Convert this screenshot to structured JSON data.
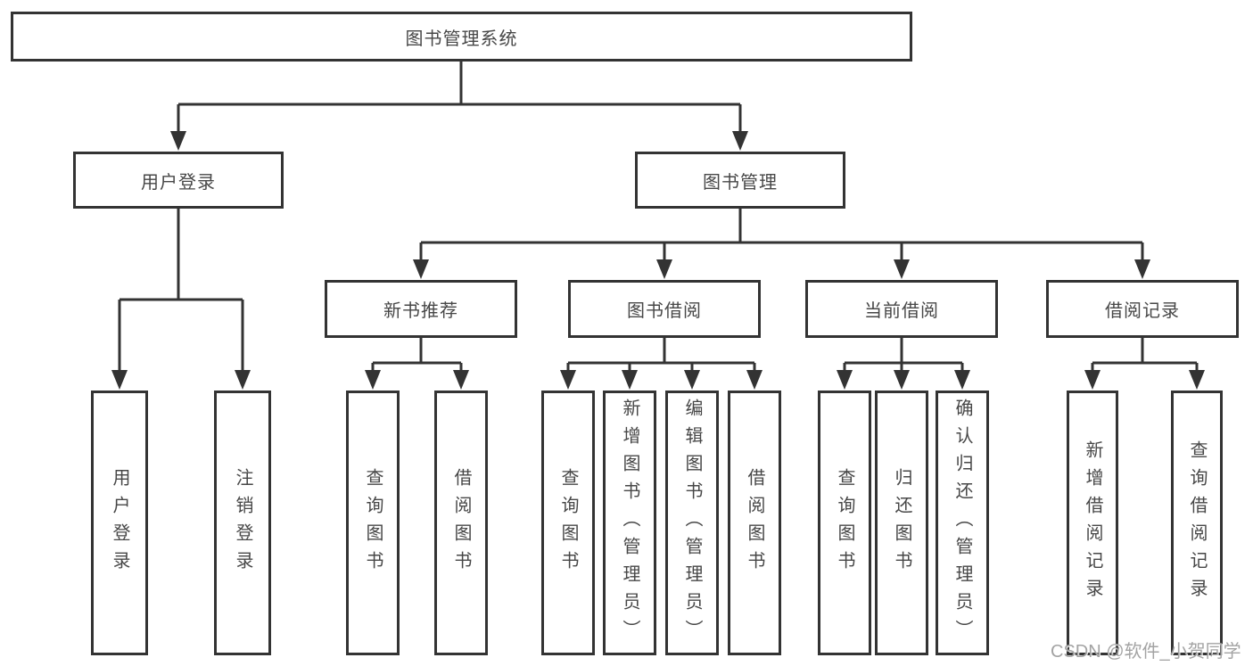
{
  "diagram": {
    "type": "tree",
    "title": "图书管理系统",
    "colors": {
      "line": "#333333",
      "box_border": "#333333",
      "box_background": "#ffffff",
      "text": "#474747",
      "watermark": "#9e9e9e"
    },
    "tree": {
      "label": "图书管理系统",
      "children": [
        {
          "label": "用户登录",
          "children": [
            {
              "label": "用户登录"
            },
            {
              "label": "注销登录"
            }
          ]
        },
        {
          "label": "图书管理",
          "children": [
            {
              "label": "新书推荐",
              "children": [
                {
                  "label": "查询图书"
                },
                {
                  "label": "借阅图书"
                }
              ]
            },
            {
              "label": "图书借阅",
              "children": [
                {
                  "label": "查询图书"
                },
                {
                  "label": "新增图书（管理员）"
                },
                {
                  "label": "编辑图书（管理员）"
                },
                {
                  "label": "借阅图书"
                }
              ]
            },
            {
              "label": "当前借阅",
              "children": [
                {
                  "label": "查询图书"
                },
                {
                  "label": "归还图书"
                },
                {
                  "label": "确认归还（管理员）"
                }
              ]
            },
            {
              "label": "借阅记录",
              "children": [
                {
                  "label": "新增借阅记录"
                },
                {
                  "label": "查询借阅记录"
                }
              ]
            }
          ]
        }
      ]
    }
  },
  "watermark": {
    "text": "CSDN @软件_小贺同学"
  }
}
